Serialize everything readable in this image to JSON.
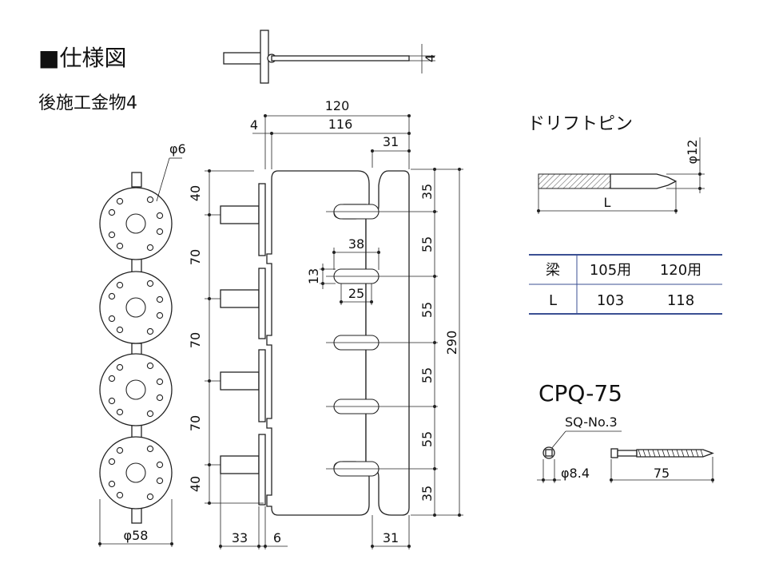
{
  "title": "■仕様図",
  "subtitle": "後施工金物4",
  "main": {
    "top_thickness": "4",
    "width_outer": "120",
    "width_inner": "116",
    "offset_left": "4",
    "flange_top": "31",
    "flange_bottom": "31",
    "heights_left": [
      "40",
      "70",
      "70",
      "70",
      "40"
    ],
    "heights_right": [
      "35",
      "55",
      "55",
      "55",
      "55",
      "35"
    ],
    "height_total": "290",
    "slot_length": "38",
    "slot_width": "13",
    "slot_pitch": "25",
    "plate_disc_dia": "φ6",
    "disc_dia": "φ58",
    "pin_length": "33",
    "plate_thickness": "6"
  },
  "drift_pin": {
    "title": "ドリフトピン",
    "diameter": "φ12",
    "length": "L"
  },
  "table": {
    "headers": [
      "梁",
      "105用",
      "120用"
    ],
    "rows": [
      [
        "L",
        "103",
        "118"
      ]
    ]
  },
  "screw": {
    "title": "CPQ-75",
    "bit": "SQ-No.3",
    "head_dia": "φ8.4",
    "length": "75"
  },
  "colors": {
    "table_line": "#3b4f93",
    "line": "#222222",
    "hatch": "#666666"
  }
}
